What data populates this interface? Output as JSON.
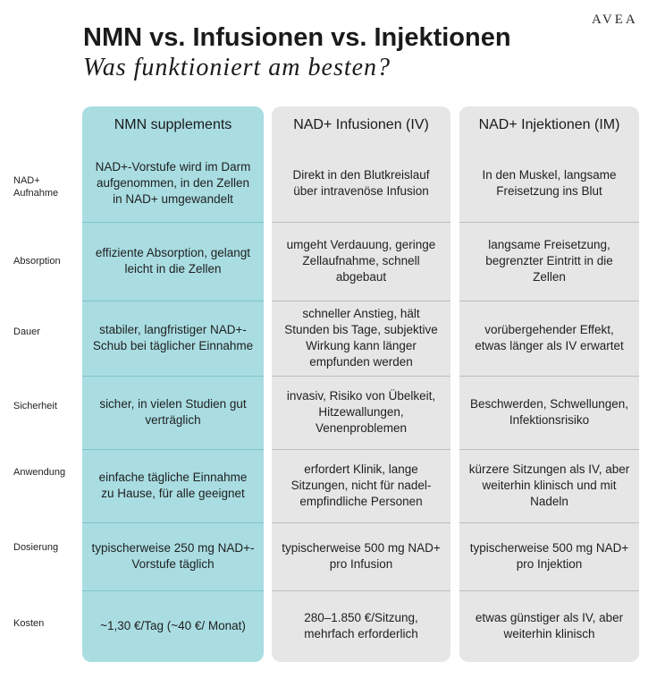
{
  "logo": "AVEA",
  "title": "NMN vs. Infusionen vs. Injektionen",
  "subtitle": "Was funktioniert am besten?",
  "row_labels": [
    "NAD+\nAufnahme",
    "Absorption",
    "Dauer",
    "Sicherheit",
    "Anwendung",
    "Dosierung",
    "Kosten"
  ],
  "columns": [
    {
      "header": "NMN supplements",
      "color": "#a9dde2",
      "cells": [
        "NAD+-Vorstufe wird im Darm aufgenommen, in den Zellen in NAD+ umgewandelt",
        "effiziente Absorption, gelangt leicht in die Zellen",
        "stabiler, langfristiger NAD+-Schub bei täglicher Einnahme",
        "sicher, in vielen Studien gut verträglich",
        "einfache tägliche Einnahme zu Hause, für alle geeignet",
        "typischerweise 250 mg NAD+-Vorstufe täglich",
        "~1,30 €/Tag (~40 €/ Monat)"
      ]
    },
    {
      "header": "NAD+ Infusionen (IV)",
      "color": "#e6e6e6",
      "cells": [
        "Direkt in den Blutkreislauf über intravenöse Infusion",
        "umgeht Verdauung, geringe Zellaufnahme, schnell abgebaut",
        "schneller Anstieg, hält Stunden bis Tage, subjektive Wirkung kann länger empfunden werden",
        "invasiv, Risiko von Übelkeit, Hitzewallungen, Venenproblemen",
        "erfordert Klinik, lange Sitzungen, nicht für nadel-empfindliche Personen",
        "typischerweise 500 mg NAD+ pro Infusion",
        "280–1.850 €/Sitzung, mehrfach erforderlich"
      ]
    },
    {
      "header": "NAD+ Injektionen (IM)",
      "color": "#e6e6e6",
      "cells": [
        "In den Muskel, langsame Freisetzung ins Blut",
        "langsame Freisetzung, begrenzter Eintritt in die Zellen",
        "vorübergehender Effekt, etwas länger als IV erwartet",
        "Beschwerden, Schwellungen, Infektionsrisiko",
        "kürzere Sitzungen als IV, aber weiterhin klinisch und mit Nadeln",
        "typischerweise 500 mg NAD+ pro Injektion",
        "etwas günstiger als IV, aber weiterhin klinisch"
      ]
    }
  ]
}
